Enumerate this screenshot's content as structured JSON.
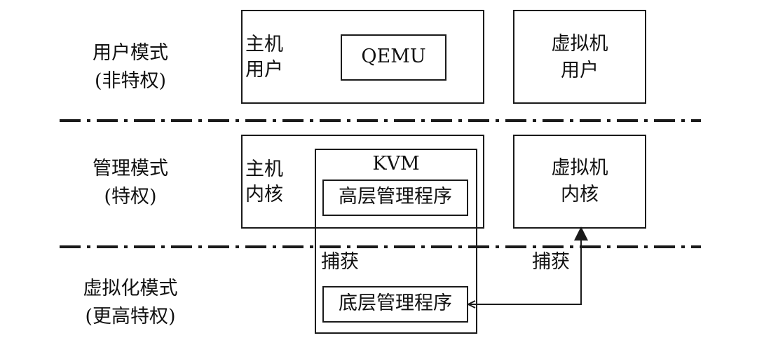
{
  "modes": {
    "user": {
      "line1": "用户模式",
      "line2": "(非特权)"
    },
    "admin": {
      "line1": "管理模式",
      "line2": "(特权)"
    },
    "virt": {
      "line1": "虚拟化模式",
      "line2": "(更高特权)"
    }
  },
  "host_user": {
    "label_line1": "主机",
    "label_line2": "用户",
    "qemu": "QEMU"
  },
  "vm_user": {
    "line1": "虚拟机",
    "line2": "用户"
  },
  "host_kernel": {
    "label_line1": "主机",
    "label_line2": "内核"
  },
  "kvm": {
    "title": "KVM",
    "high_level": "高层管理程序",
    "low_level": "底层管理程序",
    "trap": "捕获"
  },
  "vm_kernel": {
    "line1": "虚拟机",
    "line2": "内核"
  },
  "vm_trap": "捕获"
}
